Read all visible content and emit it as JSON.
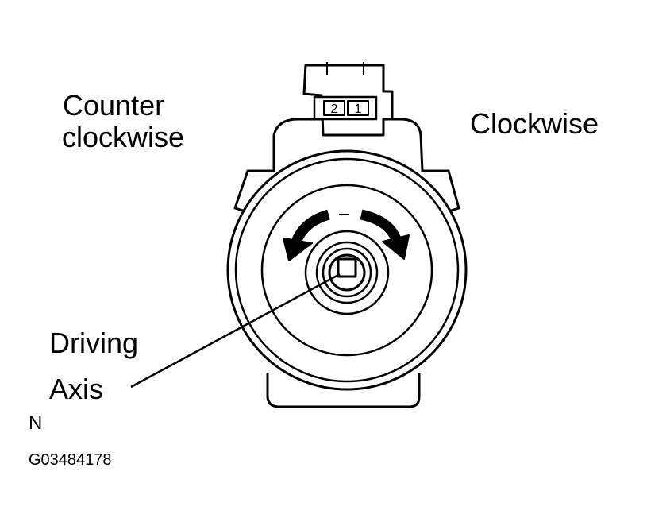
{
  "labels": {
    "counter_line1": "Counter",
    "counter_line2": "clockwise",
    "clockwise": "Clockwise",
    "driving": "Driving",
    "axis": "Axis",
    "corner_letter": "N",
    "figure_code": "G03484178"
  },
  "connector": {
    "pin_left": "2",
    "pin_right": "1"
  },
  "colors": {
    "ink": "#000000",
    "paper": "#ffffff"
  }
}
